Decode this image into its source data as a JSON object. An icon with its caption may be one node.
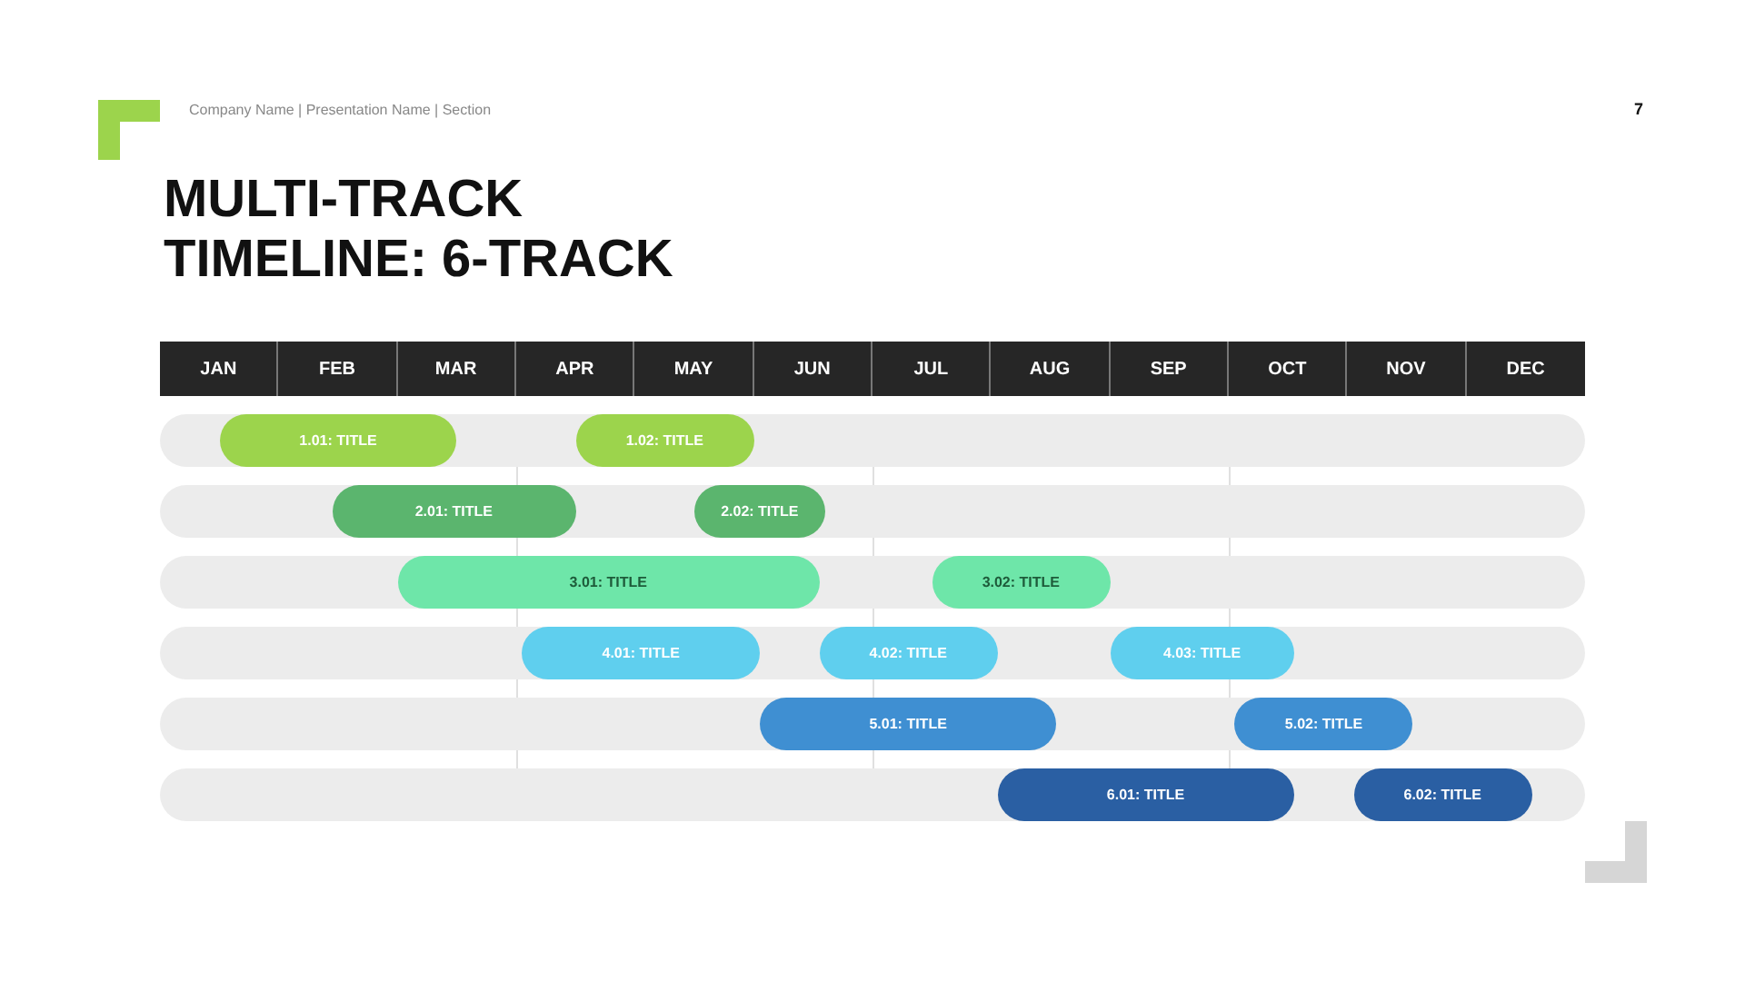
{
  "diagram": {
    "title": "MULTI-TRACK TIMELINE: 6-TRACK",
    "nodes": [
      {
        "text": [],
        "shape": "bar"
      },
      {
        "text": [
          "1.01: TITLE"
        ],
        "in": 0
      },
      {
        "text": [
          "1.02: TITLE"
        ],
        "in": 0
      },
      {
        "text": [],
        "shape": "bar"
      },
      {
        "text": [
          "2.01: TITLE"
        ],
        "in": 3
      },
      {
        "text": [
          "2.02: TITLE"
        ],
        "in": 3
      },
      {
        "text": [],
        "shape": "bar"
      },
      {
        "text": [
          "3.01: TITLE"
        ],
        "in": 6
      },
      {
        "text": [
          "3.02: TITLE"
        ],
        "in": 6
      },
      {
        "text": [],
        "shape": "bar"
      },
      {
        "text": [
          "4.01: TITLE"
        ],
        "in": 9
      },
      {
        "text": [
          "4.02: TITLE"
        ],
        "in": 9
      },
      {
        "text": [
          "4.03: TITLE"
        ],
        "in": 9
      },
      {
        "text": [],
        "shape": "bar"
      },
      {
        "text": [
          "5.01: TITLE"
        ],
        "in": 13
      },
      {
        "text": [
          "5.02: TITLE"
        ],
        "in": 13
      },
      {
        "text": [],
        "shape": "bar"
      },
      {
        "text": [
          "6.01: TITLE"
        ],
        "in": 16
      },
      {
        "text": [
          "6.02: TITLE"
        ],
        "in": 16
      }
    ],
    "edges": [],
    "labels": [
      "Company Name | Presentation Name | Section",
      "7",
      "JAN",
      "FEB",
      "MAR",
      "APR",
      "MAY",
      "JUN",
      "JUL",
      "AUG",
      "SEP",
      "OCT",
      "NOV",
      "DEC"
    ]
  }
}
